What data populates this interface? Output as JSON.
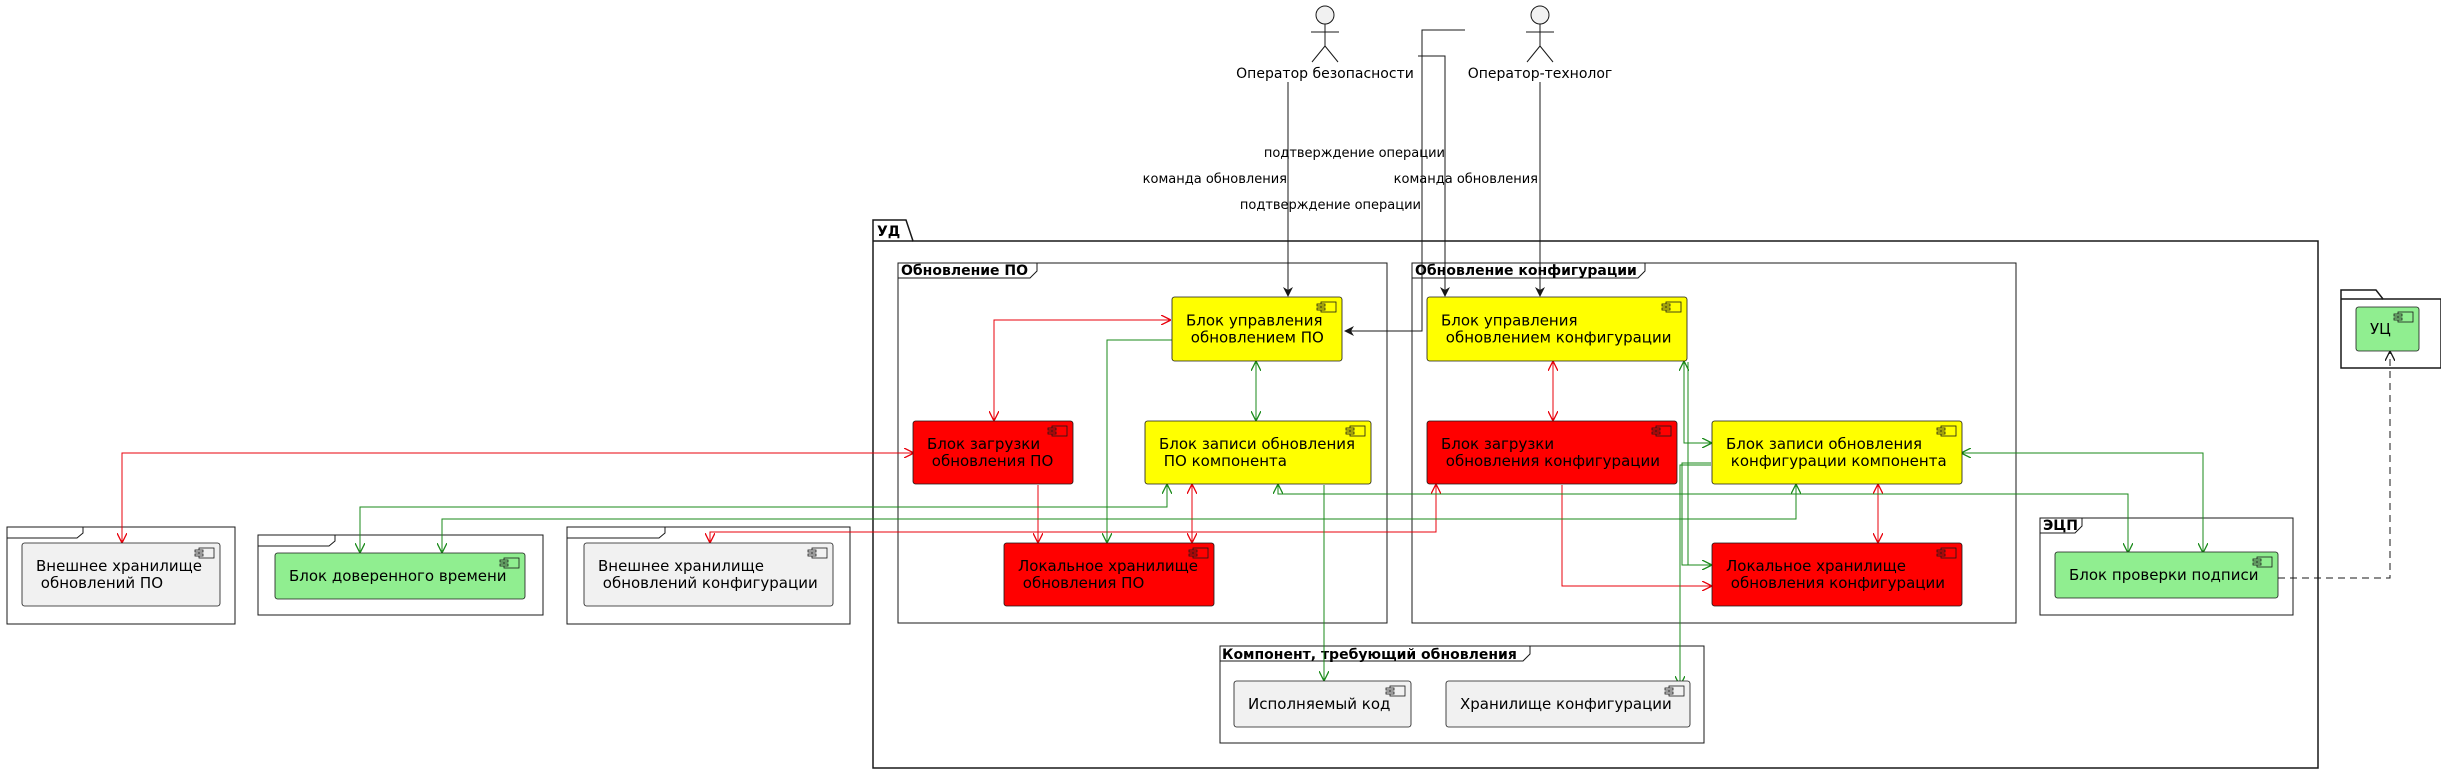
{
  "actors": {
    "security_operator": "Оператор безопасности",
    "tech_operator": "Оператор-технолог"
  },
  "messages": {
    "confirm_1": "подтверждение операции",
    "update_cmd_1": "команда обновления",
    "update_cmd_2": "команда обновления",
    "confirm_2": "подтверждение операции"
  },
  "packages": {
    "ud": "УД",
    "uc_folder_box": "УЦ"
  },
  "frames": {
    "sw_update": "Обновление ПО",
    "config_update": "Обновление конфигурации",
    "ecp": "ЭЦП",
    "component": "Компонент, требующий обновления"
  },
  "components": {
    "sw_control": [
      "Блок управления",
      " обновлением ПО"
    ],
    "sw_download": [
      "Блок загрузки",
      " обновления ПО"
    ],
    "sw_write": [
      "Блок записи обновления",
      " ПО компонента"
    ],
    "sw_local_store": [
      "Локальное хранилище",
      " обновления ПО"
    ],
    "cfg_control": [
      "Блок управления",
      " обновлением конфигурации"
    ],
    "cfg_download": [
      "Блок загрузки",
      " обновления конфигурации"
    ],
    "cfg_write": [
      "Блок записи обновления",
      " конфигурации компонента"
    ],
    "cfg_local_store": [
      "Локальное хранилище",
      " обновления конфигурации"
    ],
    "signature_check": [
      "Блок проверки подписи"
    ],
    "exec_code": [
      "Исполняемый код"
    ],
    "config_store": [
      "Хранилище конфигурации"
    ],
    "ext_sw_store": [
      "Внешнее хранилище",
      " обновлений ПО"
    ],
    "trusted_time": [
      "Блок доверенного времени"
    ],
    "ext_cfg_store": [
      "Внешнее хранилище",
      " обновлений конфигурации"
    ]
  },
  "colors": {
    "yellow": "#ffff00",
    "red": "#ff0000",
    "green_fill": "#90ee90",
    "grey_fill": "#f1f1f1",
    "arrow_red": "#e8000b",
    "arrow_green": "#1a8a1a",
    "arrow_black": "#181818"
  }
}
